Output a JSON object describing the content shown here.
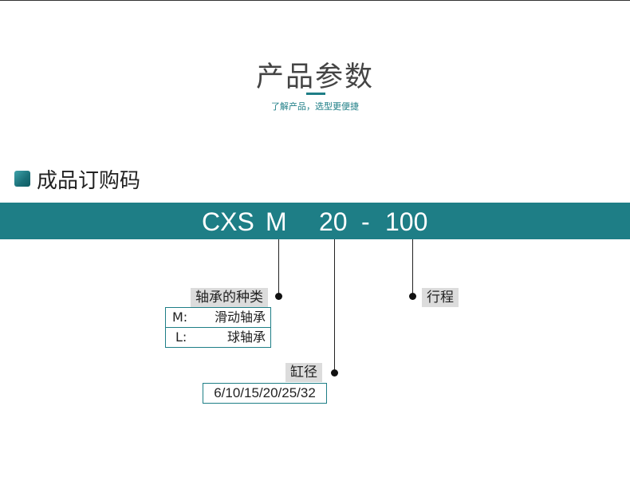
{
  "header": {
    "title": "产品参数",
    "subtitle": "了解产品，选型更便捷"
  },
  "section": {
    "title": "成品订购码",
    "icon": "teal-square-icon"
  },
  "order_code": {
    "series": "CXS",
    "bearing": "M",
    "bore": "20",
    "dash": "-",
    "stroke": "100"
  },
  "bearing_type": {
    "label": "轴承的种类",
    "options": [
      {
        "code": "M:",
        "desc": "滑动轴承"
      },
      {
        "code": "L:",
        "desc": "球轴承"
      }
    ]
  },
  "bore_size": {
    "label": "缸径",
    "values": "6/10/15/20/25/32"
  },
  "stroke": {
    "label": "行程"
  },
  "colors": {
    "accent": "#1e7e86",
    "tag_bg": "#dcdcdc",
    "text": "#222222"
  }
}
